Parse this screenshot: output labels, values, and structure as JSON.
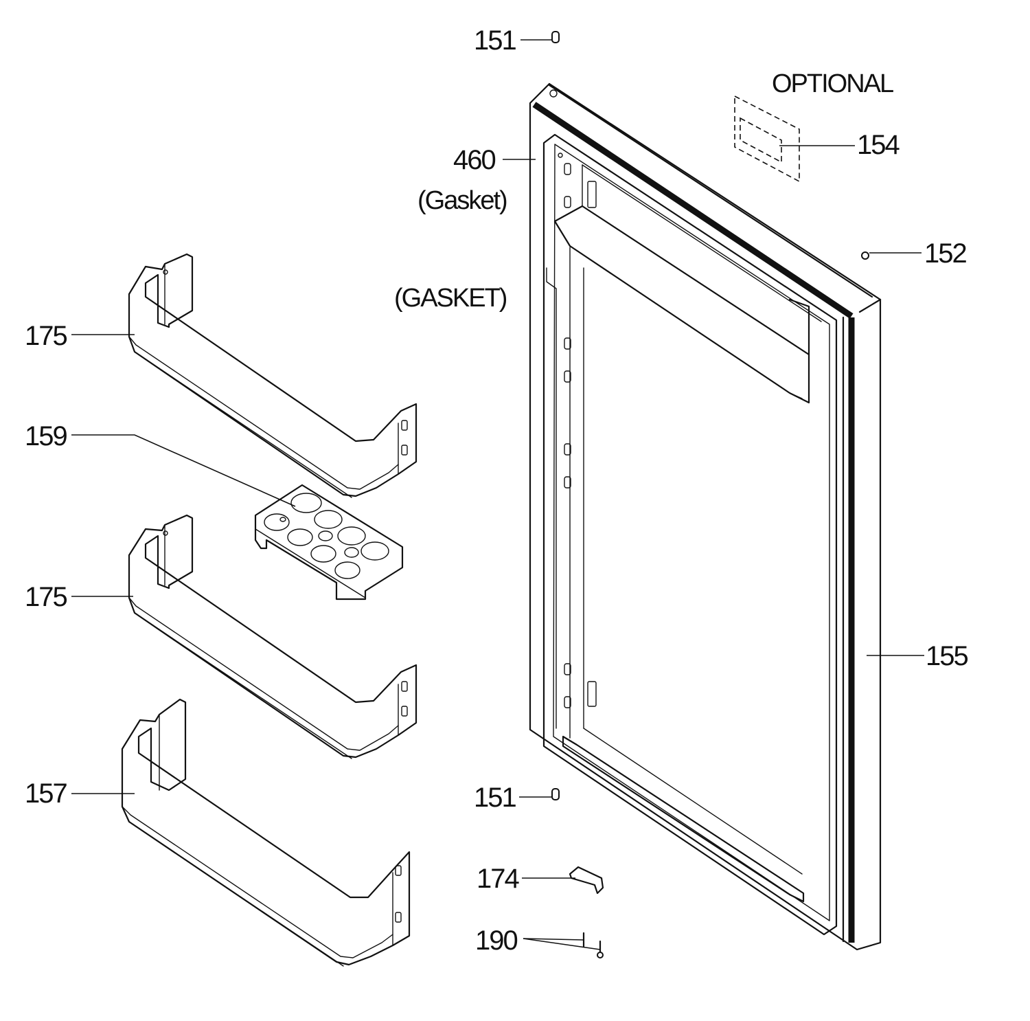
{
  "labels": {
    "p151_top": "151",
    "p151_bottom": "151",
    "optional": "OPTIONAL",
    "p154": "154",
    "p460": "460",
    "gasket_paren": "(Gasket)",
    "p152": "152",
    "gasket_caps": "(GASKET)",
    "p175_top": "175",
    "p159": "159",
    "p175_mid": "175",
    "p155": "155",
    "p157": "157",
    "p174": "174",
    "p190": "190"
  }
}
